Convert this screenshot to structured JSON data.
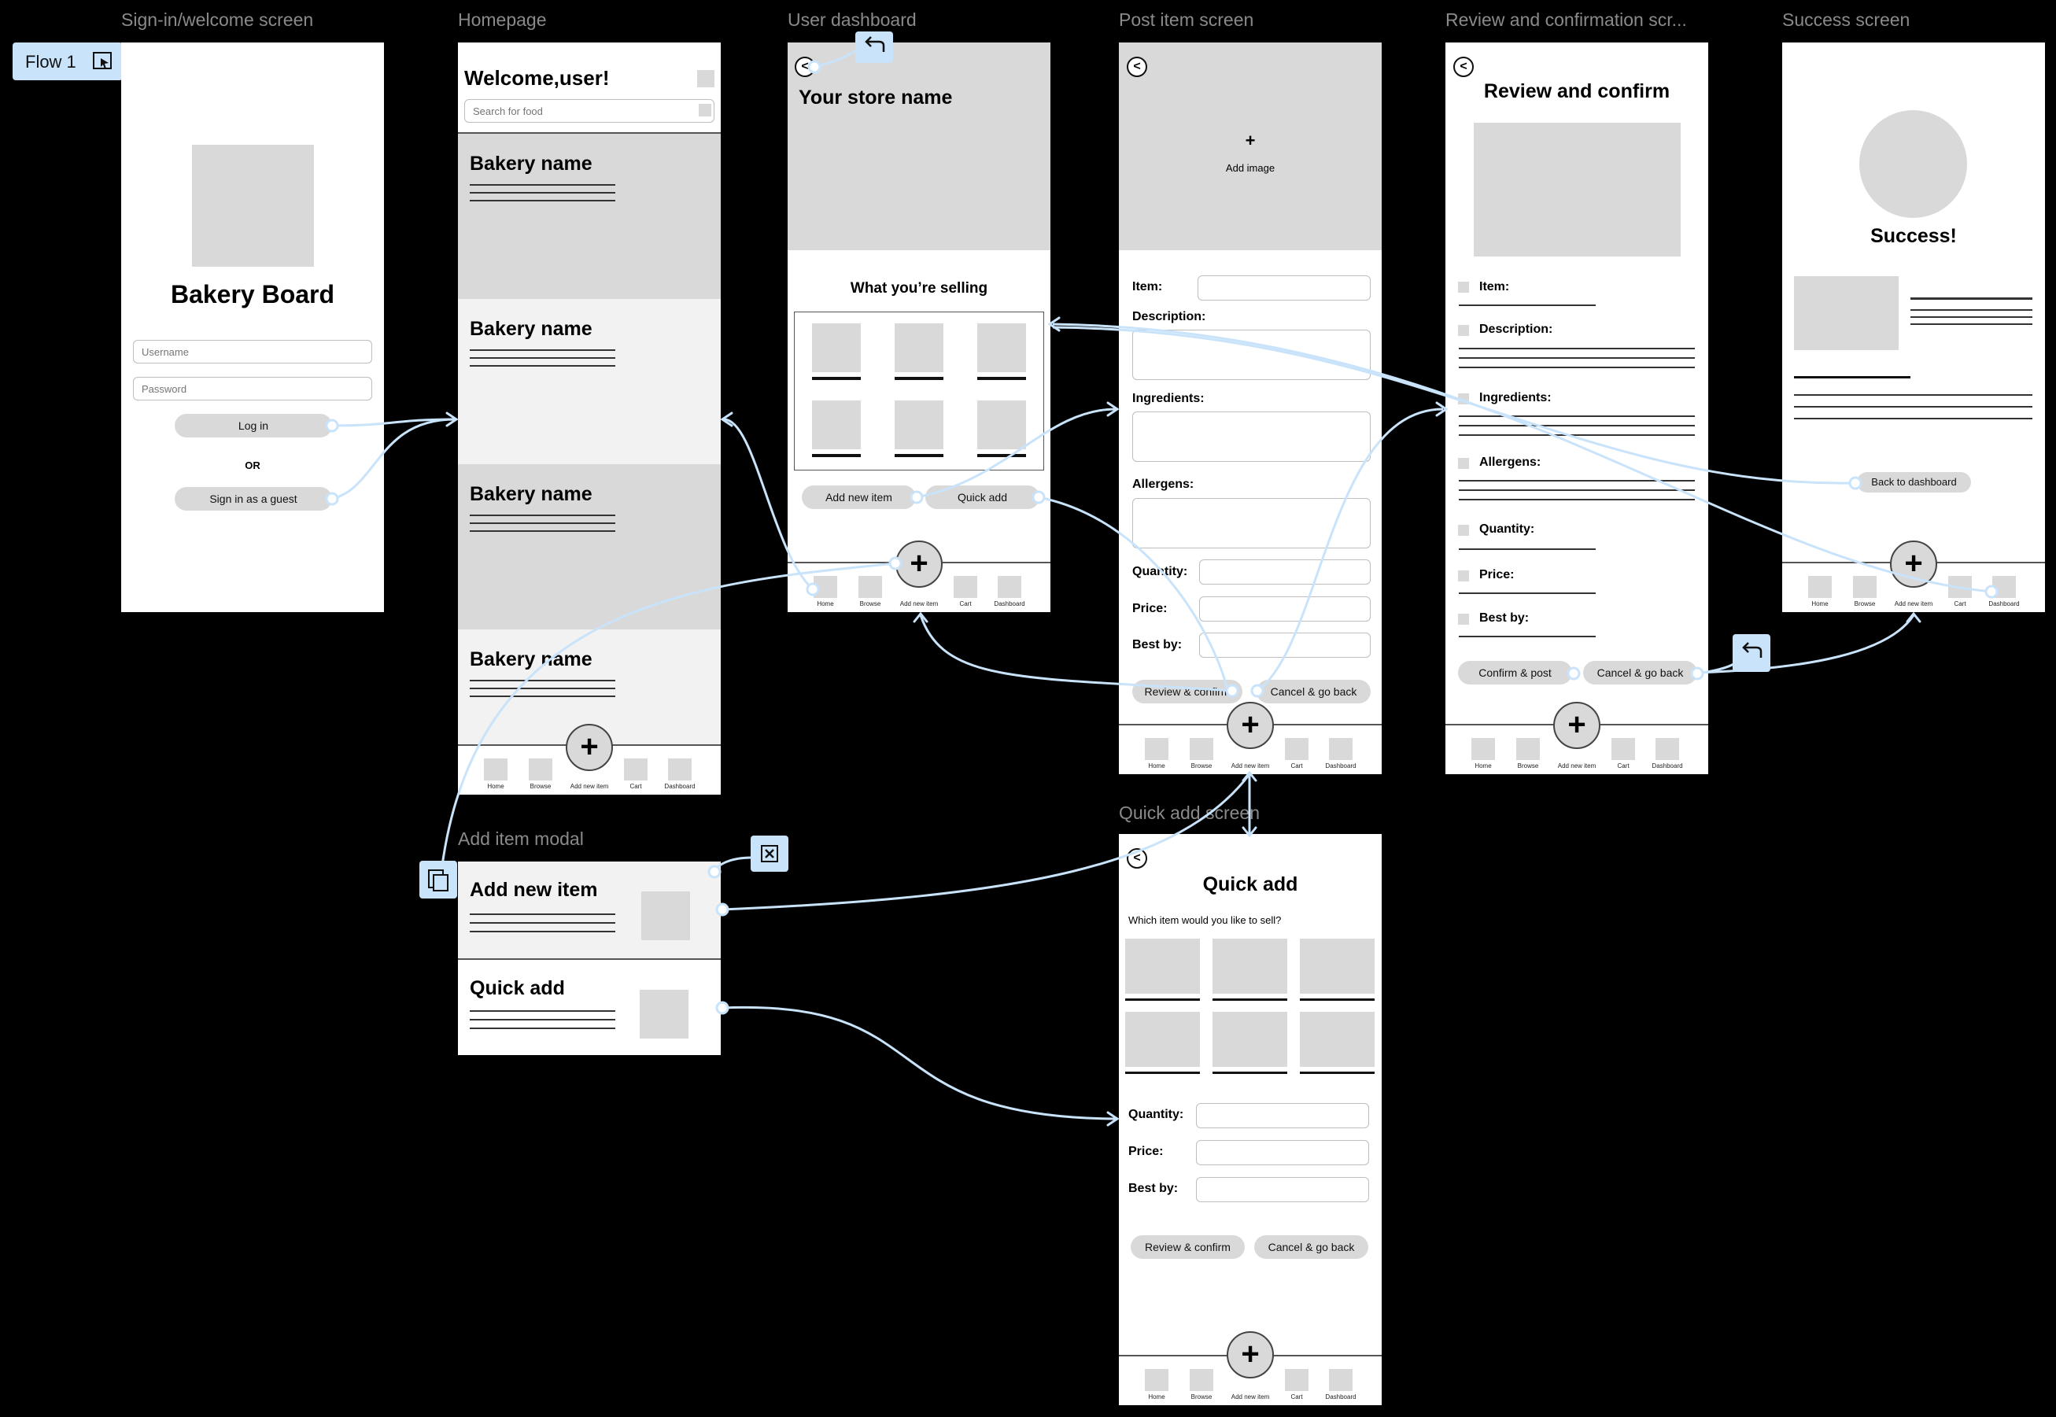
{
  "flow_badge": {
    "label": "Flow 1"
  },
  "frames": {
    "signin": "Sign-in/welcome screen",
    "home": "Homepage",
    "dashboard": "User dashboard",
    "post": "Post item screen",
    "review": "Review and confirmation scr...",
    "success": "Success screen",
    "modal": "Add item modal",
    "quick": "Quick add screen"
  },
  "signin": {
    "title": "Bakery Board",
    "username_placeholder": "Username",
    "password_placeholder": "Password",
    "login": "Log in",
    "or": "OR",
    "guest": "Sign in as a guest"
  },
  "home": {
    "welcome": "Welcome,user!",
    "search_placeholder": "Search for food",
    "bakeries": [
      "Bakery name",
      "Bakery name",
      "Bakery name",
      "Bakery name"
    ]
  },
  "nav": {
    "home": "Home",
    "browse": "Browse",
    "add": "Add new item",
    "cart": "Cart",
    "dashboard": "Dashboard"
  },
  "dashboard": {
    "store_name": "Your store name",
    "selling": "What you’re selling",
    "add_new": "Add new item",
    "quick_add": "Quick add"
  },
  "post": {
    "add_image": "Add image",
    "plus": "+",
    "item": "Item:",
    "description": "Description:",
    "ingredients": "Ingredients:",
    "allergens": "Allergens:",
    "quantity": "Quantity:",
    "price": "Price:",
    "best_by": "Best by:",
    "review": "Review & confirm",
    "cancel": "Cancel & go back"
  },
  "review": {
    "title": "Review and confirm",
    "item": "Item:",
    "description": "Description:",
    "ingredients": "Ingredients:",
    "allergens": "Allergens:",
    "quantity": "Quantity:",
    "price": "Price:",
    "best_by": "Best by:",
    "confirm": "Confirm & post",
    "cancel": "Cancel & go back"
  },
  "success": {
    "title": "Success!",
    "back": "Back to dashboard"
  },
  "modal": {
    "add_new": "Add new item",
    "quick_add": "Quick add"
  },
  "quick": {
    "title": "Quick add",
    "question": "Which item would you like to sell?",
    "quantity": "Quantity:",
    "price": "Price:",
    "best_by": "Best by:",
    "review": "Review & confirm",
    "cancel": "Cancel & go back"
  },
  "colors": {
    "background": "#000000",
    "wire": "#c9e3fb",
    "frame": "#ffffff",
    "placeholder": "#d9d9d9",
    "label": "#8a8a8a"
  },
  "icons": [
    "play-frame-icon",
    "back-arrow-icon",
    "close-icon",
    "overlay-icon",
    "plus-icon",
    "chevron-left-icon"
  ]
}
